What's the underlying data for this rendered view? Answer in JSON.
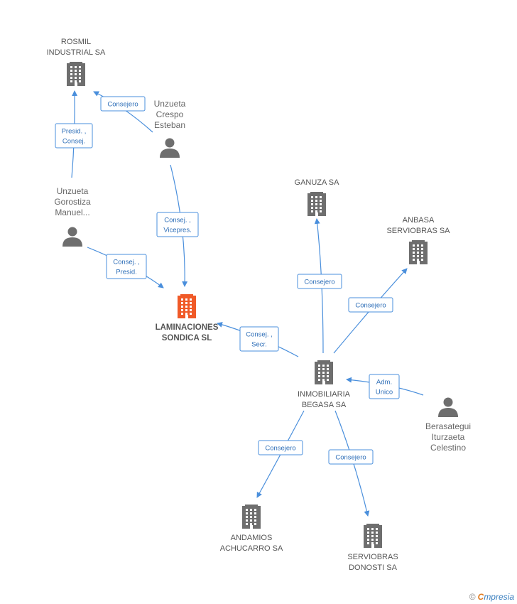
{
  "colors": {
    "company": "#6e6e6e",
    "focus": "#f05a28",
    "person": "#6e6e6e",
    "edge": "#4a8fdc"
  },
  "nodes": [
    {
      "id": "rosmil",
      "type": "company",
      "lines": [
        "ROSMIL",
        "INDUSTRIAL SA"
      ]
    },
    {
      "id": "unzueta_crespo",
      "type": "person",
      "lines": [
        "Unzueta",
        "Crespo",
        "Esteban"
      ]
    },
    {
      "id": "unzueta_gorostiza",
      "type": "person",
      "lines": [
        "Unzueta",
        "Gorostiza",
        "Manuel..."
      ]
    },
    {
      "id": "laminaciones",
      "type": "focus",
      "lines": [
        "LAMINACIONES",
        "SONDICA SL"
      ]
    },
    {
      "id": "ganuza",
      "type": "company",
      "lines": [
        "GANUZA SA"
      ]
    },
    {
      "id": "anbasa",
      "type": "company",
      "lines": [
        "ANBASA",
        "SERVIOBRAS SA"
      ]
    },
    {
      "id": "inmobiliaria",
      "type": "company",
      "lines": [
        "INMOBILIARIA",
        "BEGASA SA"
      ]
    },
    {
      "id": "berasategui",
      "type": "person",
      "lines": [
        "Berasategui",
        "Iturzaeta",
        "Celestino"
      ]
    },
    {
      "id": "andamios",
      "type": "company",
      "lines": [
        "ANDAMIOS",
        "ACHUCARRO SA"
      ]
    },
    {
      "id": "serviobras",
      "type": "company",
      "lines": [
        "SERVIOBRAS",
        "DONOSTI SA"
      ]
    }
  ],
  "edges": [
    {
      "from": "unzueta_crespo",
      "to": "rosmil",
      "label": [
        "Consejero"
      ]
    },
    {
      "from": "unzueta_gorostiza",
      "to": "rosmil",
      "label": [
        "Presid. ,",
        "Consej."
      ]
    },
    {
      "from": "unzueta_crespo",
      "to": "laminaciones",
      "label": [
        "Consej. ,",
        "Vicepres."
      ]
    },
    {
      "from": "unzueta_gorostiza",
      "to": "laminaciones",
      "label": [
        "Consej. ,",
        "Presid."
      ]
    },
    {
      "from": "inmobiliaria",
      "to": "laminaciones",
      "label": [
        "Consej. ,",
        "Secr."
      ]
    },
    {
      "from": "inmobiliaria",
      "to": "ganuza",
      "label": [
        "Consejero"
      ]
    },
    {
      "from": "inmobiliaria",
      "to": "anbasa",
      "label": [
        "Consejero"
      ]
    },
    {
      "from": "berasategui",
      "to": "inmobiliaria",
      "label": [
        "Adm.",
        "Unico"
      ]
    },
    {
      "from": "inmobiliaria",
      "to": "andamios",
      "label": [
        "Consejero"
      ]
    },
    {
      "from": "inmobiliaria",
      "to": "serviobras",
      "label": [
        "Consejero"
      ]
    }
  ],
  "watermark": {
    "copyright": "©",
    "brand_first": "C",
    "brand_rest": "mpresia"
  }
}
